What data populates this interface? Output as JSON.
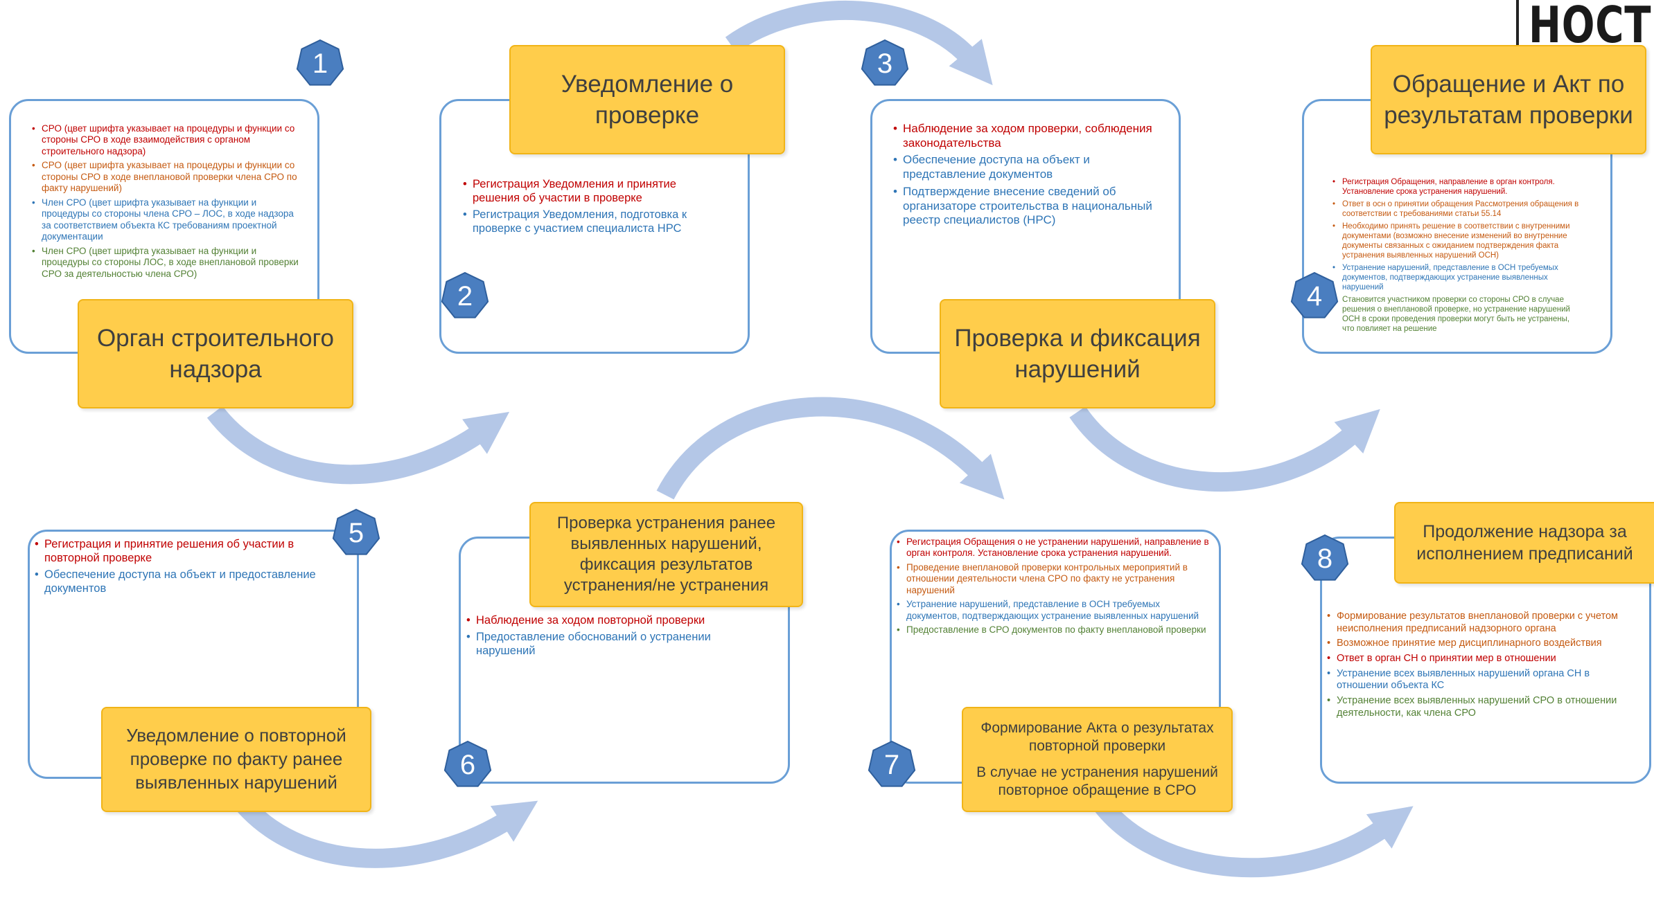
{
  "logo": {
    "text": "НОСТРО"
  },
  "colors": {
    "accent_yellow": "#ffcd4b",
    "card_border": "#6a9fd6",
    "badge_blue": "#4a7ec0",
    "arrow": "#b4c7e7",
    "red": "#c00000",
    "orange": "#c55a11",
    "blue": "#2e75b6",
    "green": "#538135"
  },
  "step1": {
    "number": "1",
    "title": "Орган строительного надзора",
    "items": [
      {
        "color": "red",
        "text": "СРО (цвет шрифта указывает на процедуры и функции со стороны СРО в ходе взаимодействия с органом строительного надзора)"
      },
      {
        "color": "org",
        "text": "СРО (цвет шрифта указывает на процедуры и функции со стороны СРО в ходе внеплановой проверки члена СРО по факту нарушений)"
      },
      {
        "color": "blu",
        "text": "Член СРО (цвет шрифта указывает на функции и процедуры со стороны члена СРО – ЛОС, в ходе надзора за соответствием объекта КС требованиям проектной документации"
      },
      {
        "color": "grn",
        "text": "Член СРО (цвет шрифта указывает на функции и процедуры со стороны ЛОС, в ходе внеплановой проверки СРО за деятельностью члена СРО)"
      }
    ]
  },
  "step2": {
    "number": "2",
    "title": "Уведомление о проверке",
    "items": [
      {
        "color": "red",
        "text": "Регистрация Уведомления и принятие решения об участии в проверке"
      },
      {
        "color": "blu",
        "text": "Регистрация Уведомления, подготовка к проверке с участием специалиста НРС"
      }
    ]
  },
  "step3": {
    "number": "3",
    "title": "Проверка и фиксация нарушений",
    "items": [
      {
        "color": "red",
        "text": "Наблюдение за ходом проверки, соблюдения законодательства"
      },
      {
        "color": "blu",
        "text": "Обеспечение доступа на объект и представление документов"
      },
      {
        "color": "blu",
        "text": "Подтверждение  внесение сведений об организаторе строительства в национальный реестр специалистов (НРС)"
      }
    ]
  },
  "step4": {
    "number": "4",
    "title": "Обращение и Акт по результатам проверки",
    "items": [
      {
        "color": "red",
        "text": "Регистрация Обращения, направление в орган контроля. Установление срока устранения нарушений."
      },
      {
        "color": "org",
        "text": "Ответ в осн о принятии обращения Рассмотрения обращения в соответствии с требованиями статьи 55.14"
      },
      {
        "color": "org",
        "text": "Необходимо принять решение в соответствии с внутренними документами (возможно внесение изменений во внутренние документы связанных с ожиданием подтверждения факта устранения выявленных нарушений ОСН)"
      },
      {
        "color": "blu",
        "text": "Устранение нарушений, представление в ОСН требуемых документов, подтверждающих устранение выявленных нарушений"
      },
      {
        "color": "grn",
        "text": "Становится участником проверки со стороны СРО в случае решения о внеплановой проверке, но устранение нарушений ОСН в сроки проведения проверки могут быть не устранены, что повлияет на решение"
      }
    ]
  },
  "step5": {
    "number": "5",
    "title": "Уведомление о повторной проверке по факту ранее выявленных нарушений",
    "items": [
      {
        "color": "red",
        "text": "Регистрация и принятие решения об участии в повторной проверке"
      },
      {
        "color": "blu",
        "text": "Обеспечение доступа на объект и предоставление документов"
      }
    ]
  },
  "step6": {
    "number": "6",
    "title": "Проверка устранения ранее выявленных нарушений, фиксация результатов устранения/не устранения",
    "items": [
      {
        "color": "red",
        "text": "Наблюдение за ходом повторной проверки"
      },
      {
        "color": "blu",
        "text": "Предоставление обоснований о устранении нарушений"
      }
    ]
  },
  "step7": {
    "number": "7",
    "title": "Формирование Акта о результатах повторной проверки",
    "subtitle": "В случае не устранения нарушений повторное обращение в СРО",
    "items": [
      {
        "color": "red",
        "text": "Регистрация Обращения о не устранении нарушений, направление в орган контроля. Установление срока устранения нарушений."
      },
      {
        "color": "org",
        "text": "Проведение  внеплановой проверки контрольных мероприятий в отношении деятельности члена СРО по факту не устранения нарушений"
      },
      {
        "color": "blu",
        "text": "Устранение нарушений, представление в ОСН требуемых документов, подтверждающих устранение выявленных нарушений"
      },
      {
        "color": "grn",
        "text": "Предоставление в СРО документов по факту внеплановой проверки"
      }
    ]
  },
  "step8": {
    "number": "8",
    "title": "Продолжение надзора за исполнением предписаний",
    "items": [
      {
        "color": "org",
        "text": "Формирование результатов внеплановой проверки с учетом неисполнения предписаний надзорного органа"
      },
      {
        "color": "org",
        "text": "Возможное принятие мер дисциплинарного воздействия"
      },
      {
        "color": "red",
        "text": "Ответ в орган СН о принятии мер в отношении"
      },
      {
        "color": "blu",
        "text": "Устранение всех выявленных нарушений органа СН в отношении объекта КС"
      },
      {
        "color": "grn",
        "text": "Устранение всех выявленных нарушений СРО в отношении деятельности, как члена СРО"
      }
    ]
  }
}
